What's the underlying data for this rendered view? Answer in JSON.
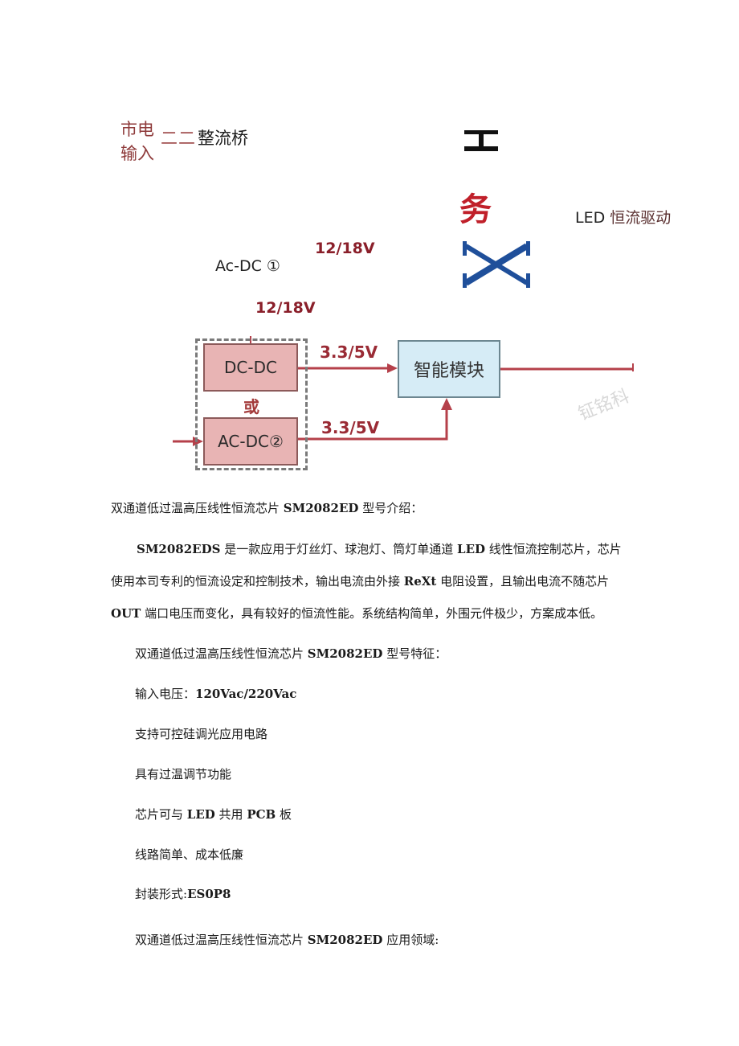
{
  "diagram_top": {
    "mains_label_line1": "市电",
    "mains_label_line2": "输入",
    "dash_connector": "二二",
    "rectifier_label": "整流桥",
    "glyph_gong": "工",
    "glyph_wu": "务",
    "led_label": "LED",
    "driver_label": "恒流驱动",
    "glyph_x": "X",
    "acdc1_label": "Ac-DC ①",
    "voltage_upper": "12/18V",
    "voltage_lower": "12/18V"
  },
  "block_diagram": {
    "dcdc_label": "DC-DC",
    "or_label": "或",
    "acdc2_label": "AC-DC②",
    "smart_module_label": "智能模块",
    "output_voltage_1": "3.3/5V",
    "output_voltage_2": "3.3/5V",
    "watermark": "钲铭科",
    "colors": {
      "converter_fill": "#e8b4b4",
      "module_fill": "#d6ecf6",
      "arrow": "#b5404a",
      "voltage_text": "#9a2b35"
    }
  },
  "document": {
    "intro_heading": {
      "prefix": "双通道低过温高压线性恒流芯片 ",
      "model": "SM2082ED",
      "suffix": " 型号介绍："
    },
    "description": {
      "model": "SM2082EDS",
      "t1": " 是一款应用于灯丝灯、球泡灯、筒灯单通道 ",
      "b1": "LED",
      "t2": " 线性恒流控制芯片，芯片使用本司专利的恒流设定和控制技术，输出电流由外接 ",
      "b2": "ReXt",
      "t3": " 电阻设置，且输出电流不随芯片 ",
      "b3": "OUT",
      "t4": " 端口电压而变化，具有较好的恒流性能。系统结构简单，外围元件极少，方案成本低。"
    },
    "features_heading": {
      "prefix": "双通道低过温高压线性恒流芯片 ",
      "model": "SM2082ED",
      "suffix": " 型号特征："
    },
    "features": {
      "input_voltage_label": "输入电压：",
      "input_voltage_value": "120Vac/220Vac",
      "dimming": "支持可控硅调光应用电路",
      "thermal": "具有过温调节功能",
      "pcb_t1": "芯片可与 ",
      "pcb_b1": "LED",
      "pcb_t2": " 共用 ",
      "pcb_b2": "PCB",
      "pcb_t3": " 板",
      "simple": "线路简单、成本低廉",
      "package_label": "封装形式:",
      "package_value": "ES0P8"
    },
    "applications_heading": {
      "prefix": "双通道低过温高压线性恒流芯片 ",
      "model": "SM2082ED",
      "suffix": " 应用领域:"
    }
  }
}
